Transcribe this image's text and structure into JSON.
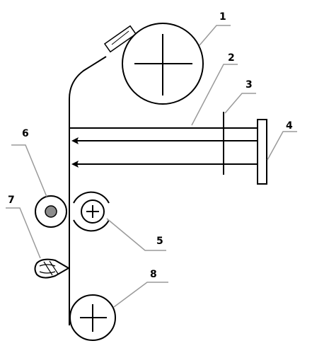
{
  "labels": {
    "l1": "1",
    "l2": "2",
    "l3": "3",
    "l4": "4",
    "l5": "5",
    "l6": "6",
    "l7": "7",
    "l8": "8"
  },
  "colors": {
    "ink": "#000000",
    "leader": "#9a9a9a",
    "pin": "#8c8c8c",
    "background": "#ffffff"
  }
}
